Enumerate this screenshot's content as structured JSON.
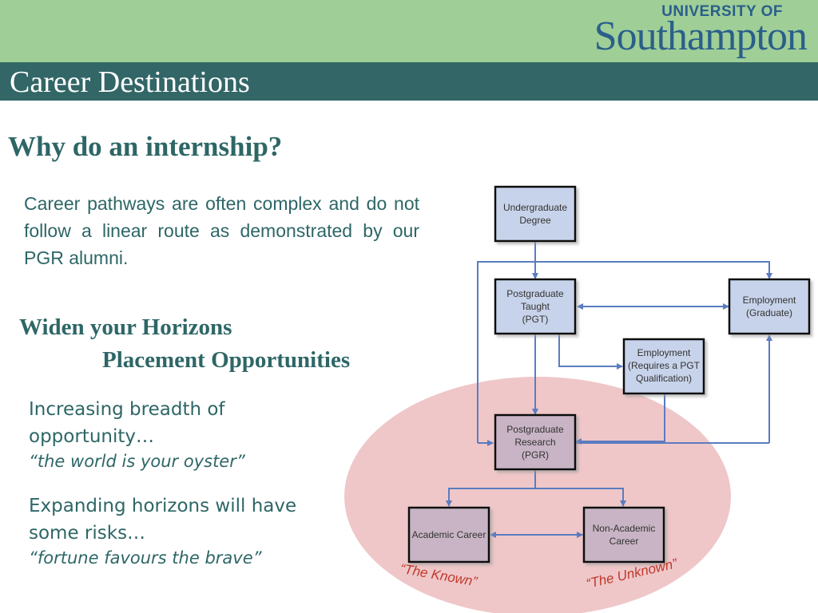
{
  "header": {
    "logo_top": "UNIVERSITY OF",
    "logo_main": "Southampton",
    "title": "Career Destinations"
  },
  "main": {
    "heading": "Why do an internship?",
    "intro": "Career pathways are often complex and do not follow a linear route as demonstrated by our PGR alumni.",
    "subheading_1": "Widen your Horizons",
    "subheading_2": "Placement Opportunities",
    "bullets": [
      {
        "text": "Increasing breadth of opportunity…",
        "quote": "“the world is your oyster”"
      },
      {
        "text": "Expanding horizons will have some risks…",
        "quote": "“fortune favours the brave”"
      }
    ]
  },
  "diagram": {
    "nodes": {
      "undergrad": [
        "Undergraduate",
        "Degree"
      ],
      "pgt": [
        "Postgraduate",
        "Taught",
        "(PGT)"
      ],
      "emp_grad": [
        "Employment",
        "(Graduate)"
      ],
      "emp_pgt": [
        "Employment",
        "(Requires a PGT",
        "Qualification)"
      ],
      "pgr": [
        "Postgraduate",
        "Research",
        "(PGR)"
      ],
      "academic": [
        "Academic Career"
      ],
      "nonacademic": [
        "Non-Academic",
        "Career"
      ]
    },
    "known_label": "“The Known”",
    "unknown_label": "“The Unknown”",
    "colors": {
      "box_fill": "#c7d3ea",
      "box_fill_pgr": "#c8b4c4",
      "oval": "#efc7c9",
      "arrow": "#5a7cc0"
    }
  }
}
